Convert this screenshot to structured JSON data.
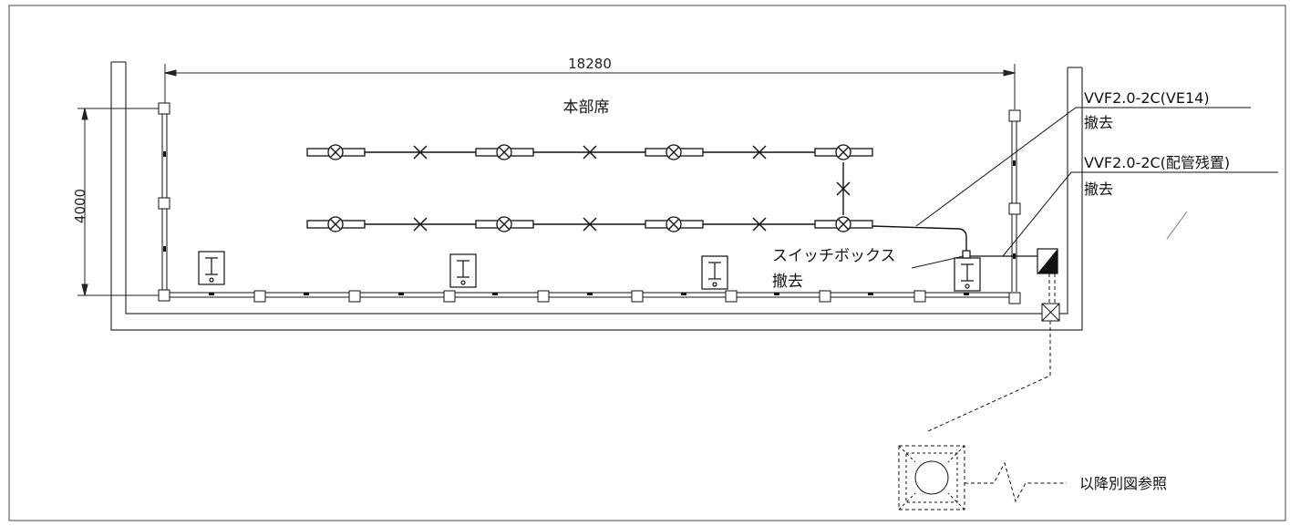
{
  "dimensions": {
    "width_label": "18280",
    "height_label": "4000"
  },
  "labels": {
    "room": "本部席",
    "cable1_line1": "VVF2.0-2C(VE14)",
    "cable1_line2": "撤去",
    "cable2_line1": "VVF2.0-2C(配管残置)",
    "cable2_line2": "撤去",
    "switch_line1": "スイッチボックス",
    "switch_line2": "撤去",
    "reference": "以降別図参照"
  },
  "colors": {
    "line": "#111111",
    "frame": "#333333"
  }
}
